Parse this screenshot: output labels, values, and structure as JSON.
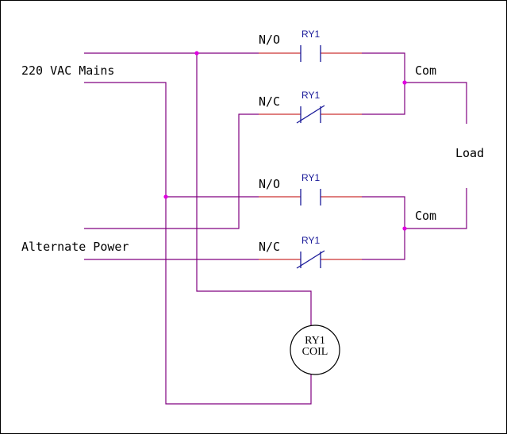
{
  "diagram": {
    "source_labels": {
      "mains": "220 VAC Mains",
      "alternate": "Alternate Power"
    },
    "load_label": "Load",
    "contacts": [
      {
        "type": "N/O",
        "relay": "RY1"
      },
      {
        "type": "N/C",
        "relay": "RY1"
      },
      {
        "type": "N/O",
        "relay": "RY1"
      },
      {
        "type": "N/C",
        "relay": "RY1"
      }
    ],
    "commons": [
      "Com",
      "Com"
    ],
    "coil": {
      "line1": "RY1",
      "line2": "COIL"
    },
    "colors": {
      "wire": "#800080",
      "contact_wire": "#cc3333",
      "contact_symbol": "#1a1a99",
      "junction": "#e000e0"
    }
  }
}
